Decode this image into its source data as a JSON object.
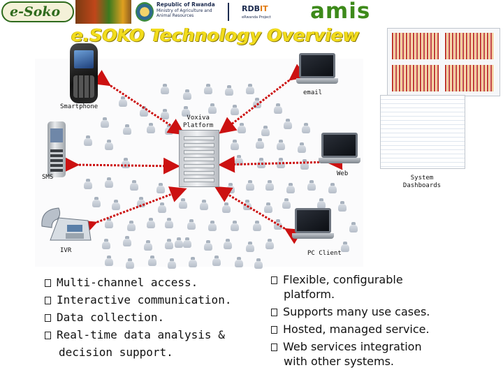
{
  "header": {
    "logo_text": "e-Soko",
    "rwanda_line1": "Republic of Rwanda",
    "rwanda_line2": "Ministry of Agriculture and",
    "rwanda_line3": "Animal Resources",
    "rdb_text": "RDB",
    "it_text": "IT",
    "rdb_sub": "eRwanda Project",
    "amis_text": "amis",
    "title": "e.SOKO Technology Overview"
  },
  "diagram": {
    "smartphone_label": "Smartphone",
    "email_label": "email",
    "voxiva_label_line1": "Voxiva",
    "voxiva_label_line2": "Platform",
    "sms_label": "SMS",
    "web_label": "Web",
    "ivr_label": "IVR",
    "pc_client_label": "PC Client",
    "dashboards_label_line1": "System",
    "dashboards_label_line2": "Dashboards"
  },
  "bullets_left": [
    "Multi-channel access.",
    "Interactive communication.",
    "Data collection.",
    "Real-time data analysis &",
    "decision support."
  ],
  "bullets_right": [
    "Flexible, configurable",
    "platform.",
    "Supports many use cases.",
    "Hosted, managed service.",
    "Web services integration",
    "with  other systems."
  ],
  "colors": {
    "title": "#f2dc1c",
    "arrows": "#cc1111",
    "amis": "#3d8a1a"
  }
}
